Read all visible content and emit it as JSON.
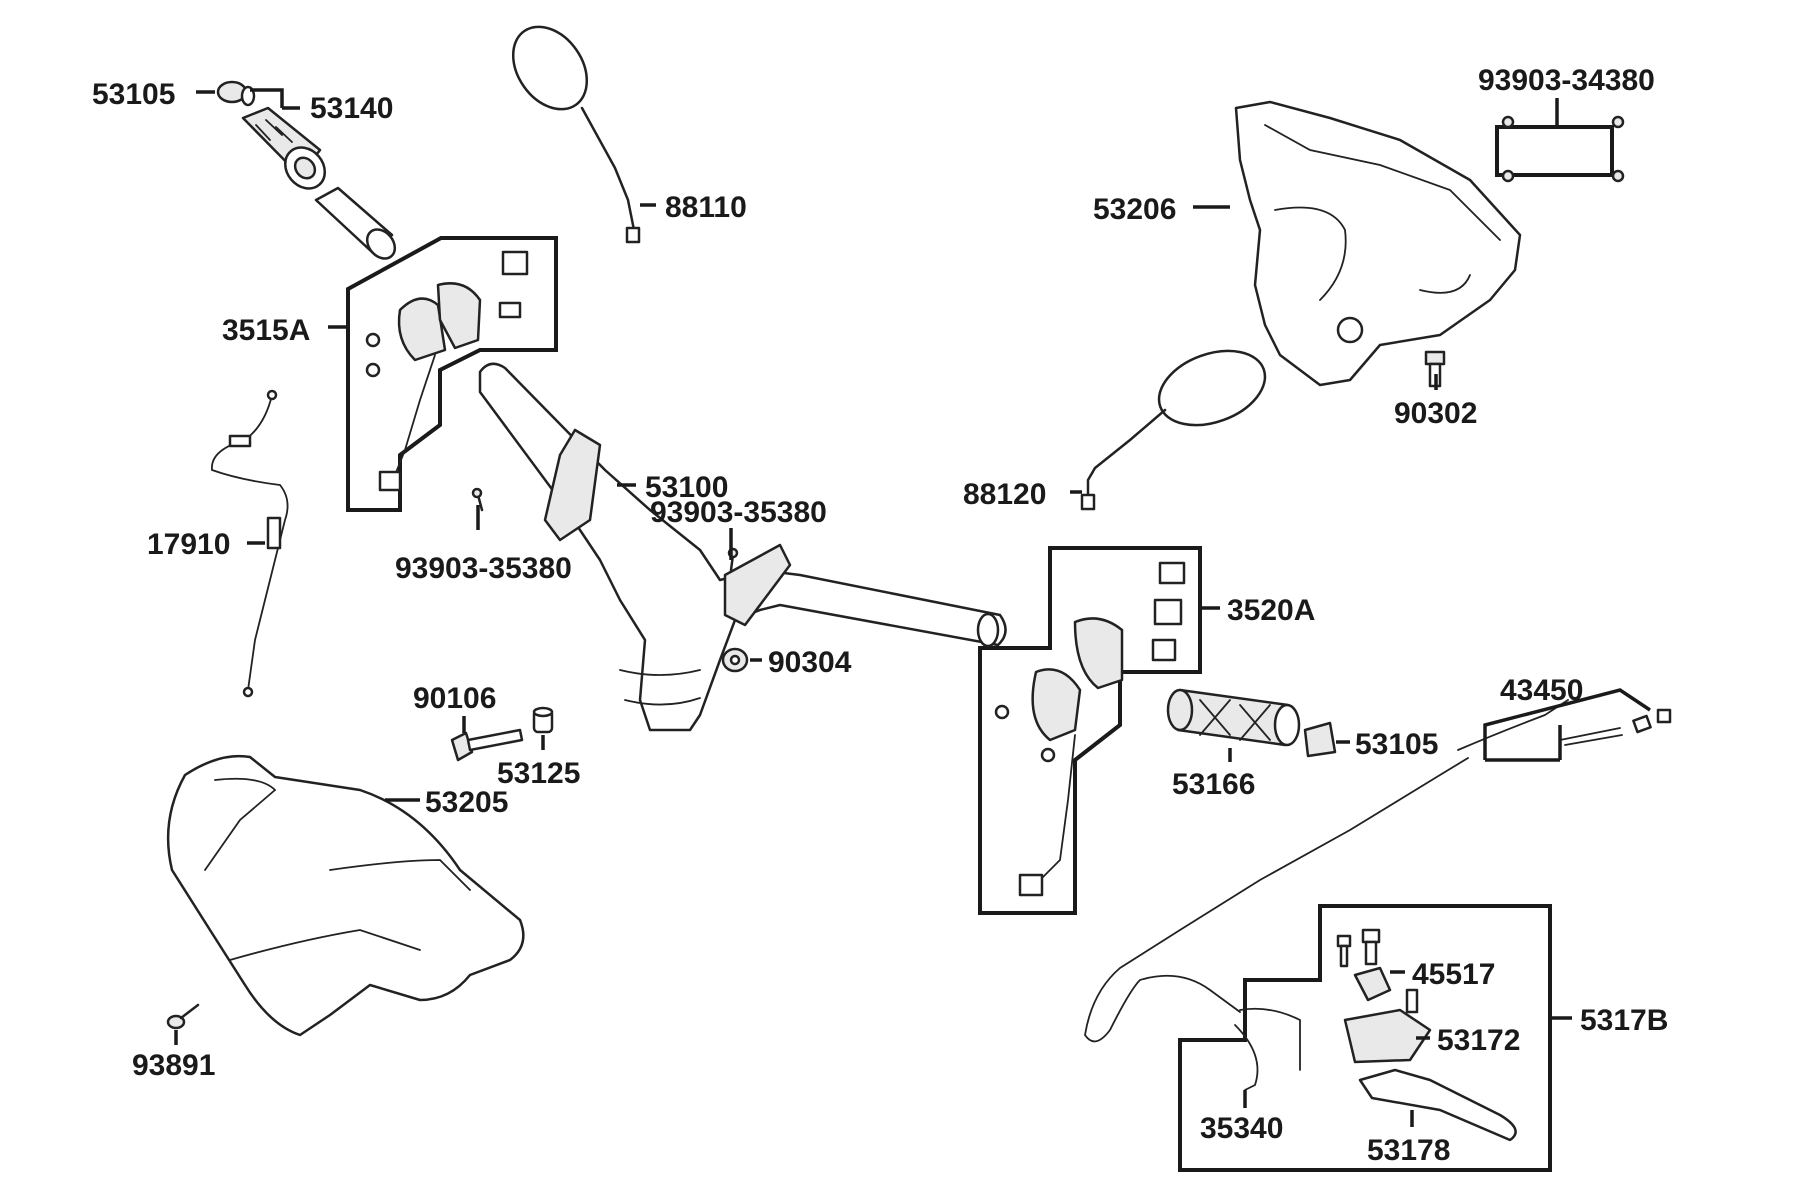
{
  "labels": {
    "p53105_top": "53105",
    "p53140": "53140",
    "p88110": "88110",
    "p93903_34380": "93903-34380",
    "p53206": "53206",
    "p3515A": "3515A",
    "p90302": "90302",
    "p17910": "17910",
    "p53100": "53100",
    "p93903_35380_a": "93903-35380",
    "p93903_35380_b": "93903-35380",
    "p88120": "88120",
    "p3520A": "3520A",
    "p90304": "90304",
    "p90106": "90106",
    "p53125": "53125",
    "p53205": "53205",
    "p43450": "43450",
    "p53105_right": "53105",
    "p53166": "53166",
    "p45517": "45517",
    "p5317B": "5317B",
    "p53172": "53172",
    "p35340": "35340",
    "p53178": "53178",
    "p93891": "93891"
  }
}
